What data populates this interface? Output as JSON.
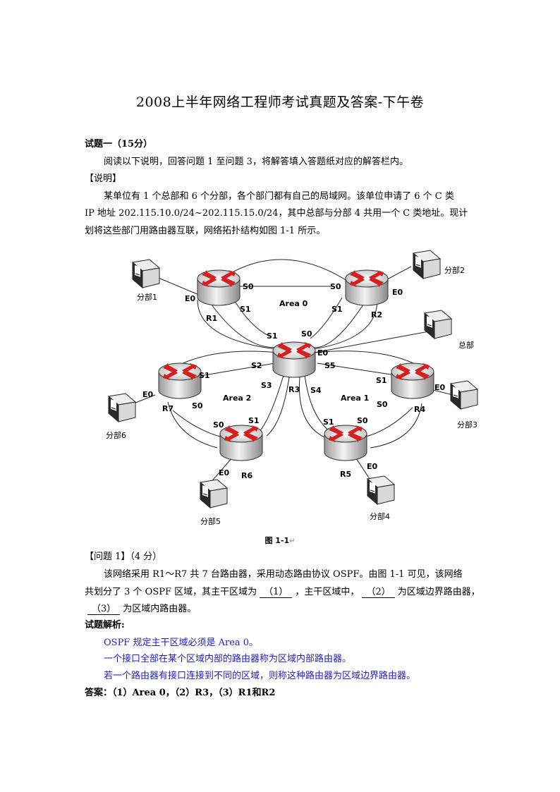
{
  "title": "2008上半年网络工程师考试真题及答案-下午卷",
  "section": "试题一（15分）",
  "intro": "阅读以下说明，回答问题 1 至问题 3，将解答填入答题纸对应的解答栏内。",
  "desc_heading": "【说明】",
  "desc_lines": [
    "某单位有 1 个总部和 6 个分部，各个部门都有自己的局域网。该单位申请了 6 个 C 类",
    "IP 地址 202.115.10.0/24~202.115.15.0/24，其中总部与分部 4 共用一个 C 类地址。现计",
    "划将这些部门用路由器互联，网络拓扑结构如图 1-1 所示。"
  ],
  "figure": {
    "caption": "图 1-1",
    "caption_mark": "↵",
    "areas": [
      "Area 0",
      "Area 2",
      "Area 1"
    ],
    "routers": [
      "R1",
      "R2",
      "R3",
      "R4",
      "R5",
      "R6",
      "R7"
    ],
    "sites": [
      "分部1",
      "分部2",
      "总部",
      "分部3",
      "分部4",
      "分部5",
      "分部6"
    ],
    "ports": {
      "r1_s0": "S0",
      "r1_s1": "S1",
      "r1_e0": "E0",
      "r2_s0": "S0",
      "r2_s1": "S1",
      "r2_e0": "E0",
      "r3_s1": "S1",
      "r3_s0": "S0",
      "r3_e0": "E0",
      "r3_s2": "S2",
      "r3_s5": "S5",
      "r3_s3": "S3",
      "r3_s4": "S4",
      "r7_s1": "S1",
      "r7_e0": "E0",
      "r7_s0": "S0",
      "r6_s0": "S0",
      "r6_s1": "S1",
      "r6_e0": "E0",
      "r4_s1": "S1",
      "r4_e0": "E0",
      "r4_s0": "S0",
      "r5_s1": "S1",
      "r5_s0": "S0",
      "r5_e0": "E0"
    }
  },
  "q1": {
    "heading": "【问题 1】",
    "score": "（4 分）",
    "line1": "该网络采用 R1～R7 共 7 台路由器，采用动态路由协议 OSPF。由图 1-1 可见，该网络",
    "line2_a": "共划分了 3 个 OSPF 区域，其主干区域为",
    "blank1": "（1）",
    "line2_b": "，主干区域中，",
    "blank2": "（2）",
    "line2_c": "为区域边界路由器，",
    "blank3": "（3）",
    "line3_b": "为区域内路由器。"
  },
  "analysis": {
    "heading": "试题解析:",
    "lines": [
      "OSPF 规定主干区域必须是 Area 0。",
      "一个接口全部在某个区域内部的路由器称为区域内部路由器。",
      "若一个路由器有接口连接到不同的区域，则称这种路由器为区域边界路由器。"
    ]
  },
  "answer": "答案：（1）Area 0，（2）R3，（3）R1和R2",
  "colors": {
    "router_arrow": "#d42020",
    "analysis_text": "#1f1fc8"
  }
}
